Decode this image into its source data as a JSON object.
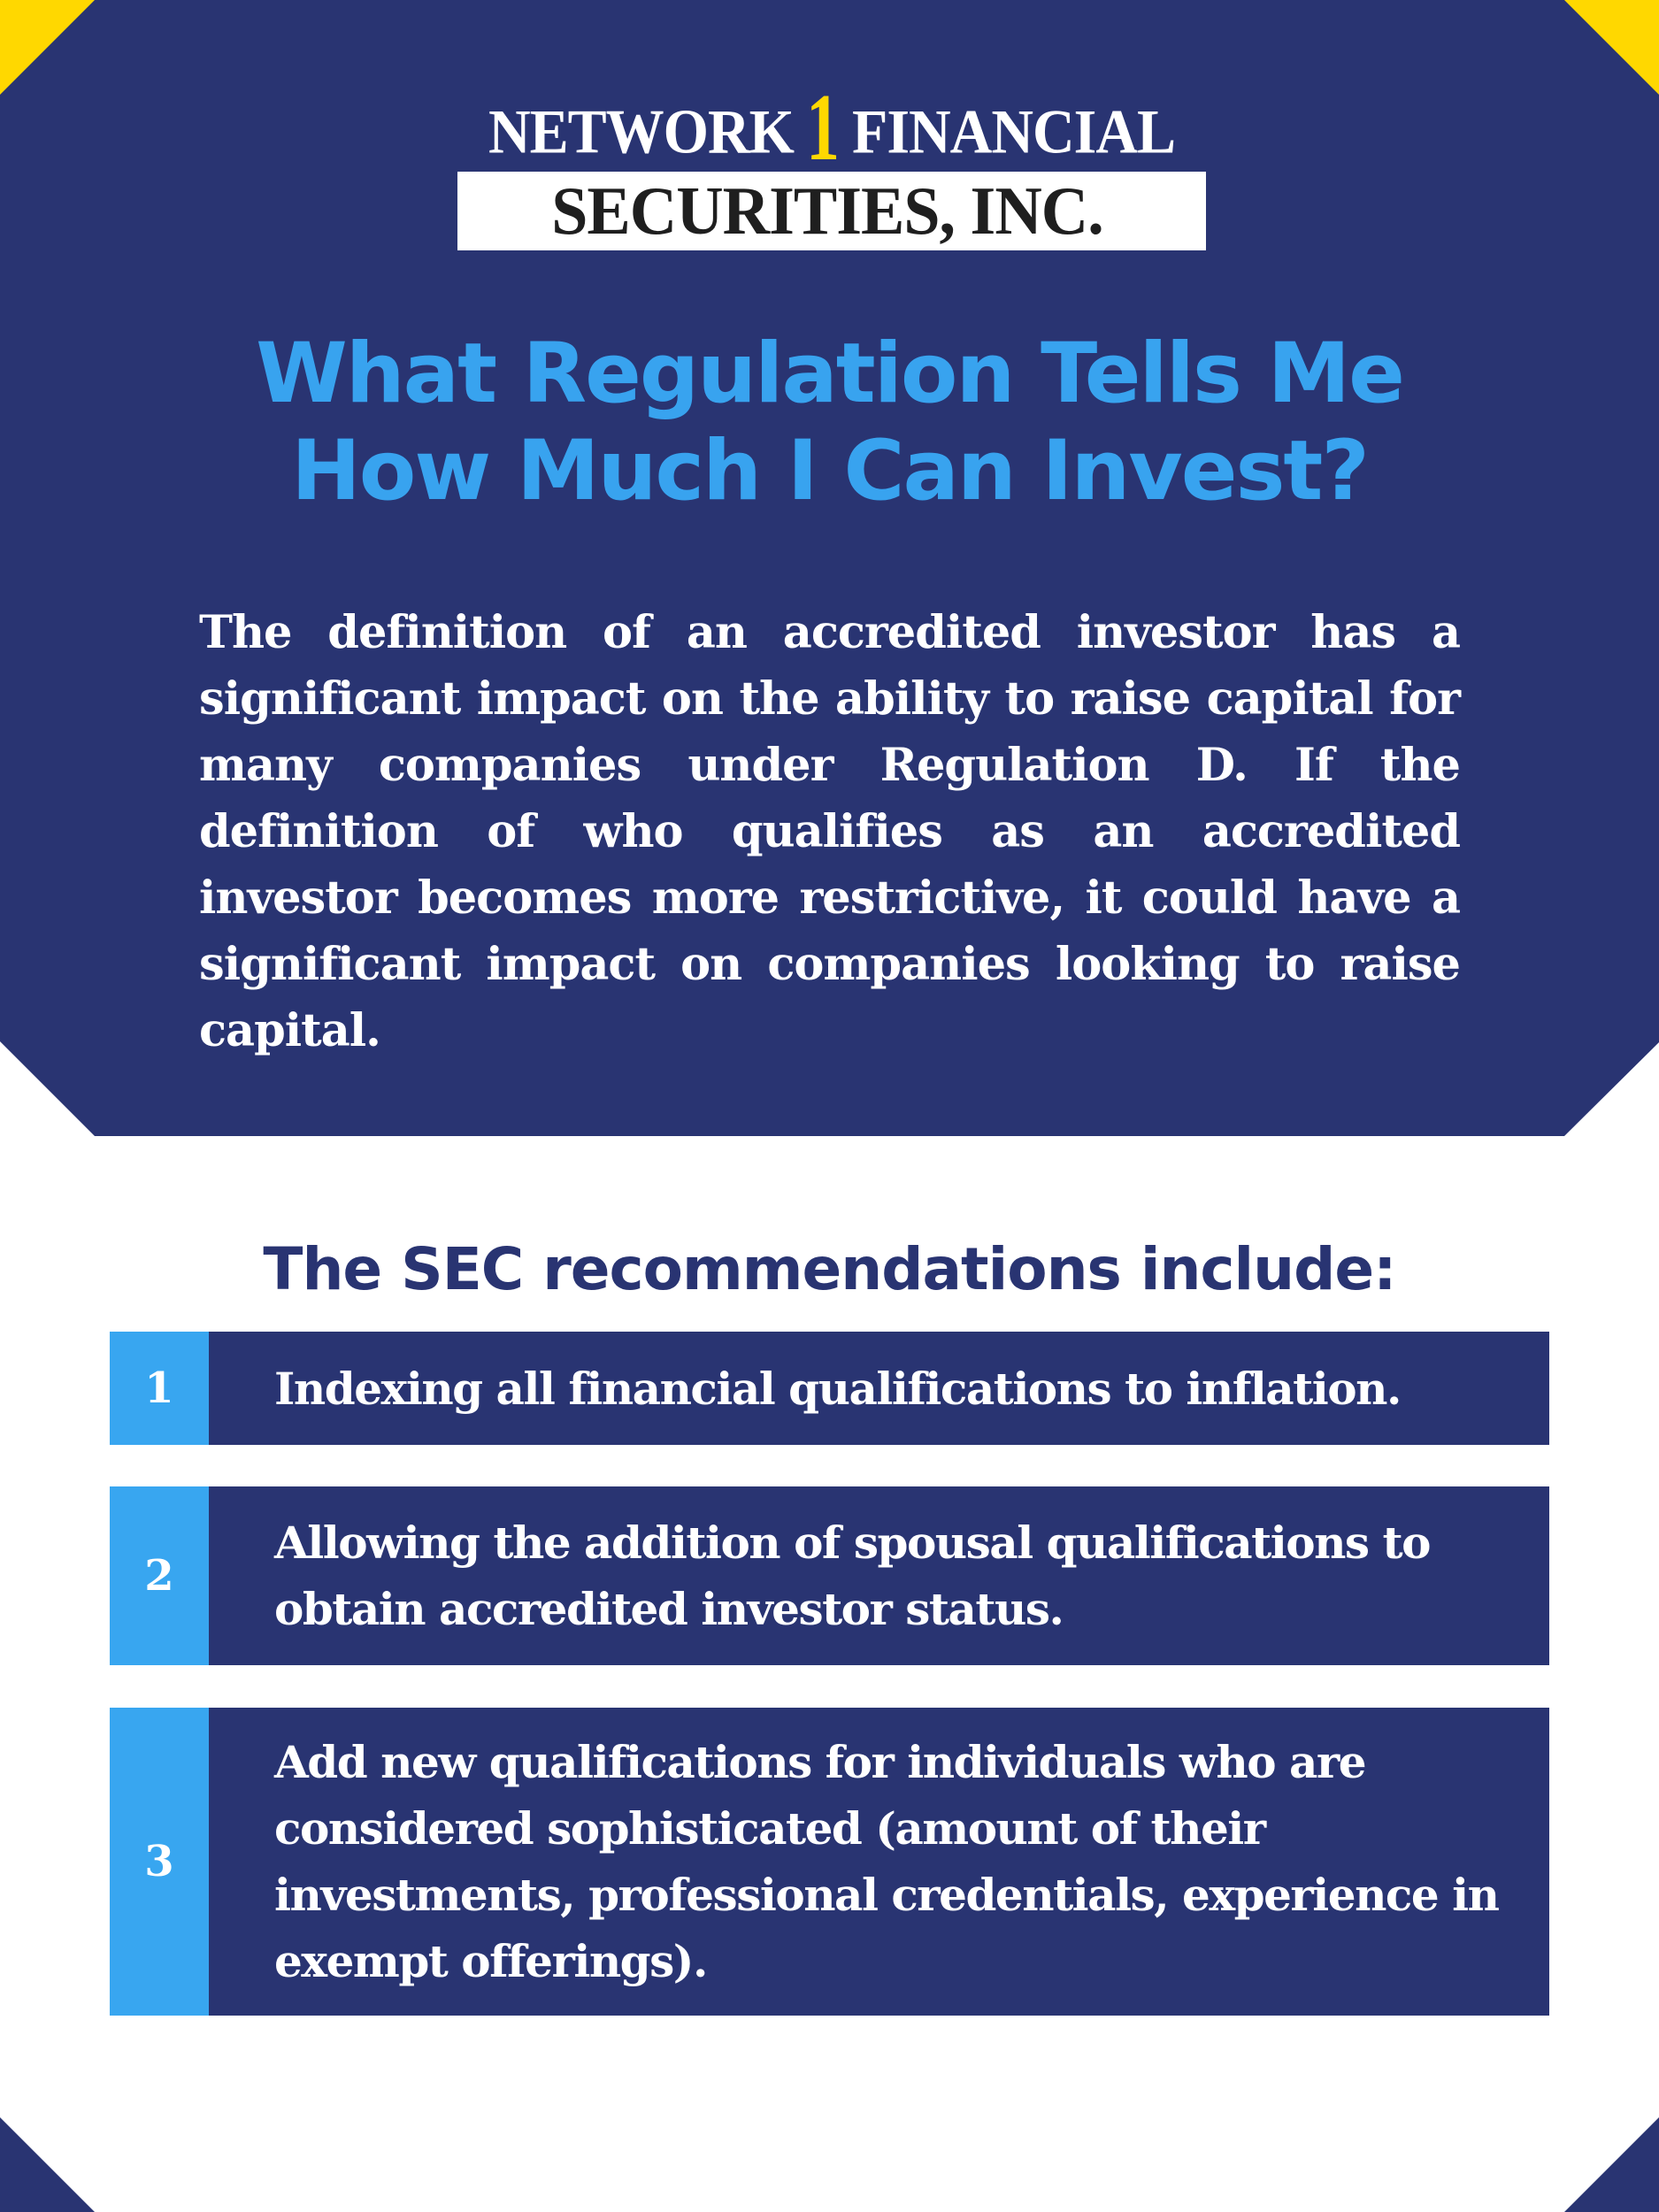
{
  "colors": {
    "navy": "#293472",
    "accent_blue": "#38A3EF",
    "yellow": "#FFD800",
    "white": "#FFFFFF"
  },
  "logo": {
    "word_left": "NETWORK",
    "numeral": "1",
    "word_right": "FINANCIAL",
    "subtitle": "SECURITIES, INC."
  },
  "title": {
    "line1": "What Regulation Tells Me",
    "line2": "How Much I Can Invest?"
  },
  "intro": {
    "text": "The definition of an accredited investor has a significant impact on the ability to raise capital for many companies under Regulation D. If the definition of who qualifies as an accredited investor becomes more restrictive, it could have a significant impact on companies looking to raise capital."
  },
  "recommendations": {
    "heading": "The SEC recommendations include:",
    "items": [
      {
        "number": "1",
        "text": "Indexing all financial qualifications to inflation."
      },
      {
        "number": "2",
        "text": "Allowing the addition of spousal qualifications to obtain accredited investor status."
      },
      {
        "number": "3",
        "text": "Add new qualifications for individuals who are considered sophisticated (amount of their investments, professional credentials, experience in exempt offerings)."
      }
    ]
  }
}
